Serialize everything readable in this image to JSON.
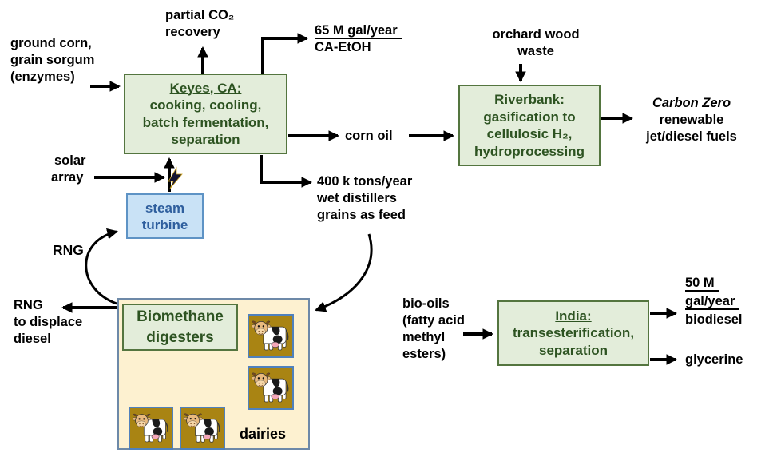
{
  "title": "Biofuel production process flow diagram",
  "colors": {
    "process_box_fill": "#e3edda",
    "process_box_border": "#54753f",
    "process_text": "#2d5321",
    "turbine_fill": "#c9e2f6",
    "turbine_border": "#5e93c5",
    "turbine_text": "#2f5f9e",
    "dairy_fill": "#fdf1d0",
    "dairy_border": "#6d89a8",
    "cow_tile_fill": "#a98413",
    "cow_tile_border": "#4f81bd",
    "arrow": "#000000"
  },
  "nodes": {
    "keyes": {
      "title": "Keyes, CA:",
      "lines": [
        "cooking, cooling,",
        "batch fermentation,",
        "separation"
      ]
    },
    "steam_turbine": {
      "lines": [
        "steam",
        "turbine"
      ]
    },
    "riverbank": {
      "title": "Riverbank:",
      "lines": [
        "gasification to",
        "cellulosic H₂,",
        "hydroprocessing"
      ]
    },
    "india": {
      "title": "India:",
      "lines": [
        "transesterification,",
        "separation"
      ]
    },
    "biomethane": {
      "lines": [
        "Biomethane",
        "digesters"
      ]
    },
    "dairies": {
      "label": "dairies",
      "cow_count": 4
    }
  },
  "labels": {
    "ground_corn": {
      "lines": [
        "ground corn,",
        "grain sorgum",
        "(enzymes)"
      ]
    },
    "partial_co2": {
      "lines": [
        "partial CO₂",
        "recovery"
      ]
    },
    "ca_ethanol": {
      "underlined": "65 M gal/year",
      "line2": "CA-EtOH"
    },
    "corn_oil": "corn oil",
    "wet_distillers": {
      "lines": [
        "400 k tons/year",
        "wet distillers",
        "grains as feed"
      ]
    },
    "solar_array": {
      "lines": [
        "solar",
        "array"
      ]
    },
    "orchard_wood": {
      "lines": [
        "orchard wood",
        "waste"
      ]
    },
    "carbon_zero": {
      "italic": "Carbon Zero",
      "lines": [
        "renewable",
        "jet/diesel fuels"
      ]
    },
    "rng": "RNG",
    "rng_displace": {
      "lines": [
        "RNG",
        "to displace",
        "diesel"
      ]
    },
    "bio_oils": {
      "lines": [
        "bio-oils",
        "(fatty acid",
        "methyl",
        "esters)"
      ]
    },
    "biodiesel": {
      "underlined1": "50 M",
      "underlined2": "gal/year",
      "line3": "biodiesel"
    },
    "glycerine": "glycerine"
  },
  "icons": {
    "lightning_bolt": "electricity",
    "cow": "dairy cow"
  }
}
